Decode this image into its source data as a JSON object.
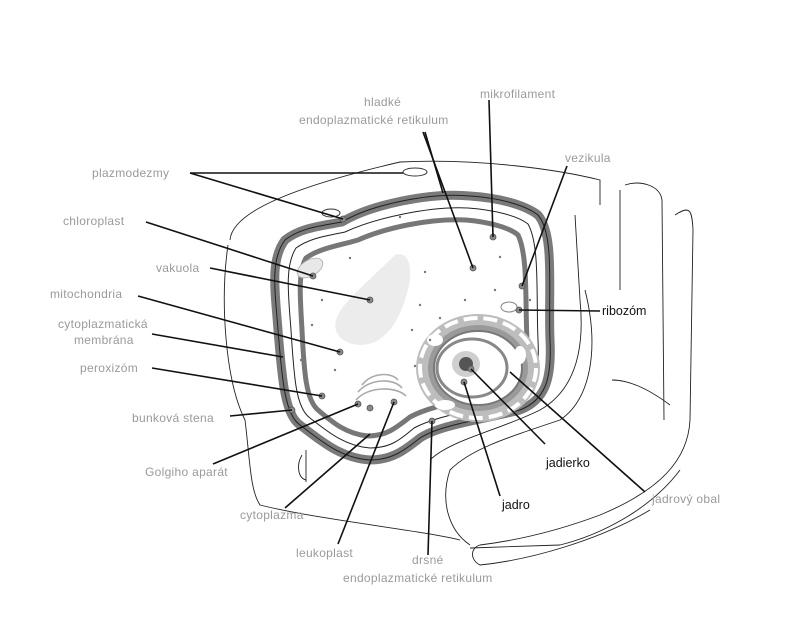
{
  "labels": [
    {
      "id": "plazmodezmy",
      "text": "plazmodezmy"
    },
    {
      "id": "hladke-er-1",
      "text": "hladké"
    },
    {
      "id": "hladke-er-2",
      "text": "endoplazmatické retikulum"
    },
    {
      "id": "mikrofilament",
      "text": "mikrofilament"
    },
    {
      "id": "vezikula",
      "text": "vezikula"
    },
    {
      "id": "chloroplast",
      "text": "chloroplast"
    },
    {
      "id": "vakuola",
      "text": "vakuola"
    },
    {
      "id": "mitochondria",
      "text": "mitochondria"
    },
    {
      "id": "cytoplazmaticka-1",
      "text": "cytoplazmatická"
    },
    {
      "id": "cytoplazmaticka-2",
      "text": "membrána"
    },
    {
      "id": "peroxizom",
      "text": "peroxizóm"
    },
    {
      "id": "bunkova-stena",
      "text": "bunková stena"
    },
    {
      "id": "golgiho-aparat",
      "text": "Golgiho aparát"
    },
    {
      "id": "cytoplazma",
      "text": "cytoplazma"
    },
    {
      "id": "leukoplast",
      "text": "leukoplast"
    },
    {
      "id": "drsne-er-1",
      "text": "drsné"
    },
    {
      "id": "drsne-er-2",
      "text": "endoplazmatické retikulum"
    },
    {
      "id": "ribozom",
      "text": "ribozóm"
    },
    {
      "id": "jadierko",
      "text": "jadierko"
    },
    {
      "id": "jadro",
      "text": "jadro"
    },
    {
      "id": "jadrovy-obal",
      "text": "jadrový obal"
    }
  ]
}
